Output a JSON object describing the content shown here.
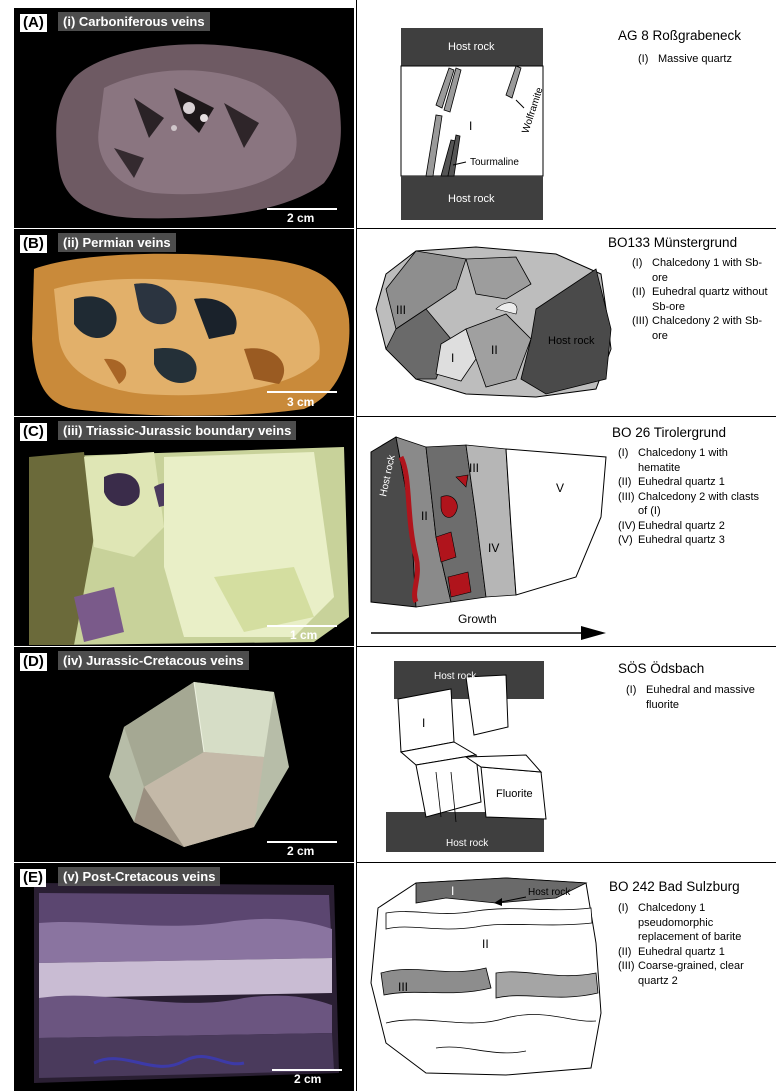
{
  "panels": [
    {
      "letter": "(A)",
      "photo_title": "(i) Carboniferous veins",
      "scale": "2 cm",
      "site_title": "AG 8 Roßgrabeneck",
      "labels": {
        "host_top": "Host rock",
        "host_bottom": "Host rock",
        "roman": "I",
        "wolframite": "Wolframite",
        "tourmaline": "Tourmaline"
      },
      "legend": [
        {
          "num": "(I)",
          "text": "Massive quartz"
        }
      ]
    },
    {
      "letter": "(B)",
      "photo_title": "(ii) Permian veins",
      "scale": "3 cm",
      "site_title": "BO133 Münstergrund",
      "labels": {
        "host": "Host rock",
        "r1": "I",
        "r2": "II",
        "r3": "III"
      },
      "legend": [
        {
          "num": "(I)",
          "text": "Chalcedony 1 with Sb-ore"
        },
        {
          "num": "(II)",
          "text": "Euhedral quartz without Sb-ore"
        },
        {
          "num": "(III)",
          "text": "Chalcedony 2 with Sb-ore"
        }
      ]
    },
    {
      "letter": "(C)",
      "photo_title": "(iii) Triassic-Jurassic boundary veins",
      "scale": "1 cm",
      "site_title": "BO 26 Tirolergrund",
      "labels": {
        "host": "Host rock",
        "r2": "II",
        "r3": "III",
        "r4": "IV",
        "r5": "V",
        "growth": "Growth"
      },
      "legend": [
        {
          "num": "(I)",
          "text": "Chalcedony 1 with hematite"
        },
        {
          "num": "(II)",
          "text": "Euhedral quartz 1"
        },
        {
          "num": "(III)",
          "text": "Chalcedony 2 with clasts of (I)"
        },
        {
          "num": "(IV)",
          "text": "Euhedral quartz 2"
        },
        {
          "num": "(V)",
          "text": "Euhedral quartz 3"
        }
      ]
    },
    {
      "letter": "(D)",
      "photo_title": "(iv) Jurassic-Cretacous veins",
      "scale": "2 cm",
      "site_title": "SÖS Ödsbach",
      "labels": {
        "host_top": "Host rock",
        "host_bottom": "Host rock",
        "roman": "I",
        "fluorite": "Fluorite"
      },
      "legend": [
        {
          "num": "(I)",
          "text": "Euhedral and massive fluorite"
        }
      ]
    },
    {
      "letter": "(E)",
      "photo_title": "(v) Post-Cretacous veins",
      "scale": "2 cm",
      "site_title": "BO 242 Bad Sulzburg",
      "labels": {
        "host": "Host rock",
        "r1": "I",
        "r2": "II",
        "r3": "III"
      },
      "legend": [
        {
          "num": "(I)",
          "text": "Chalcedony 1 pseudomorphic replacement of barite"
        },
        {
          "num": "(II)",
          "text": "Euhedral quartz 1"
        },
        {
          "num": "(III)",
          "text": "Coarse-grained, clear quartz 2"
        }
      ]
    }
  ]
}
